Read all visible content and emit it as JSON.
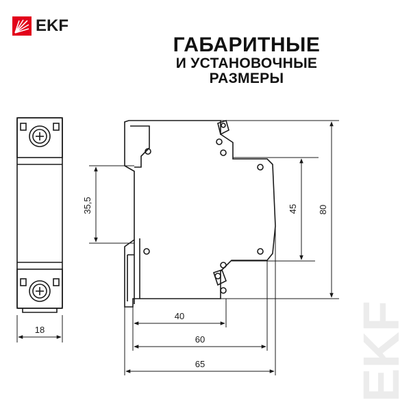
{
  "brand": {
    "logo_text": "EKF",
    "logo_icon": "ekf-flame-icon",
    "accent_color": "#e2001a",
    "watermark_text": "EKF"
  },
  "title": {
    "line1": "ГАБАРИТНЫЕ",
    "line2": "И УСТАНОВОЧНЫЕ",
    "line3": "РАЗМЕРЫ"
  },
  "dimensions": {
    "width_front": "18",
    "din_rail_height": "35,5",
    "height_45": "45",
    "height_80": "80",
    "depth_40": "40",
    "depth_60": "60",
    "depth_65": "65"
  }
}
